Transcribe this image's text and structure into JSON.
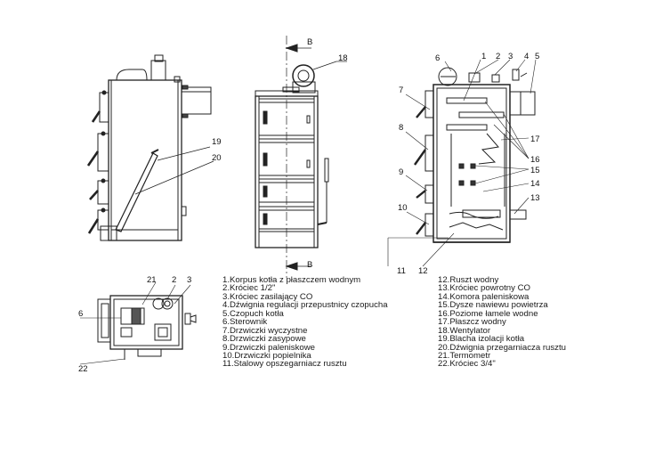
{
  "callouts": {
    "c1": "1",
    "c2": "2",
    "c3": "3",
    "c4": "4",
    "c5": "5",
    "c6": "6",
    "c7": "7",
    "c8": "8",
    "c9": "9",
    "c10": "10",
    "c11": "11",
    "c12": "12",
    "c13": "13",
    "c14": "14",
    "c15": "15",
    "c16": "16",
    "c17": "17",
    "c18": "18",
    "c19": "19",
    "c20": "20",
    "c21": "21",
    "c22": "22",
    "section_mark": "B"
  },
  "legend_left": [
    "1.Korpus kotła z płaszczem wodnym",
    "2.Króciec 1/2\"",
    "3.Króciec zasilający CO",
    "4.Dźwignia regulacji przepustnicy czopucha",
    "5.Czopuch kotła",
    "6.Sterownik",
    "7.Drzwiczki wyczystne",
    "8.Drzwiczki zasypowe",
    "9.Drzwiczki paleniskowe",
    "10.Drzwiczki popielnika",
    "11.Stalowy opszegarniacz rusztu"
  ],
  "legend_right": [
    "12.Ruszt wodny",
    "13.Króciec powrotny CO",
    "14.Komora paleniskowa",
    "15.Dysze nawiewu powietrza",
    "16.Poziome łamele wodne",
    "17.Płaszcz wodny",
    "18.Wentylator",
    "19.Blacha izolacji kotła",
    "20.Dźwignia przegarniacza rusztu",
    "21.Termometr",
    "22.Króciec 3/4\""
  ]
}
